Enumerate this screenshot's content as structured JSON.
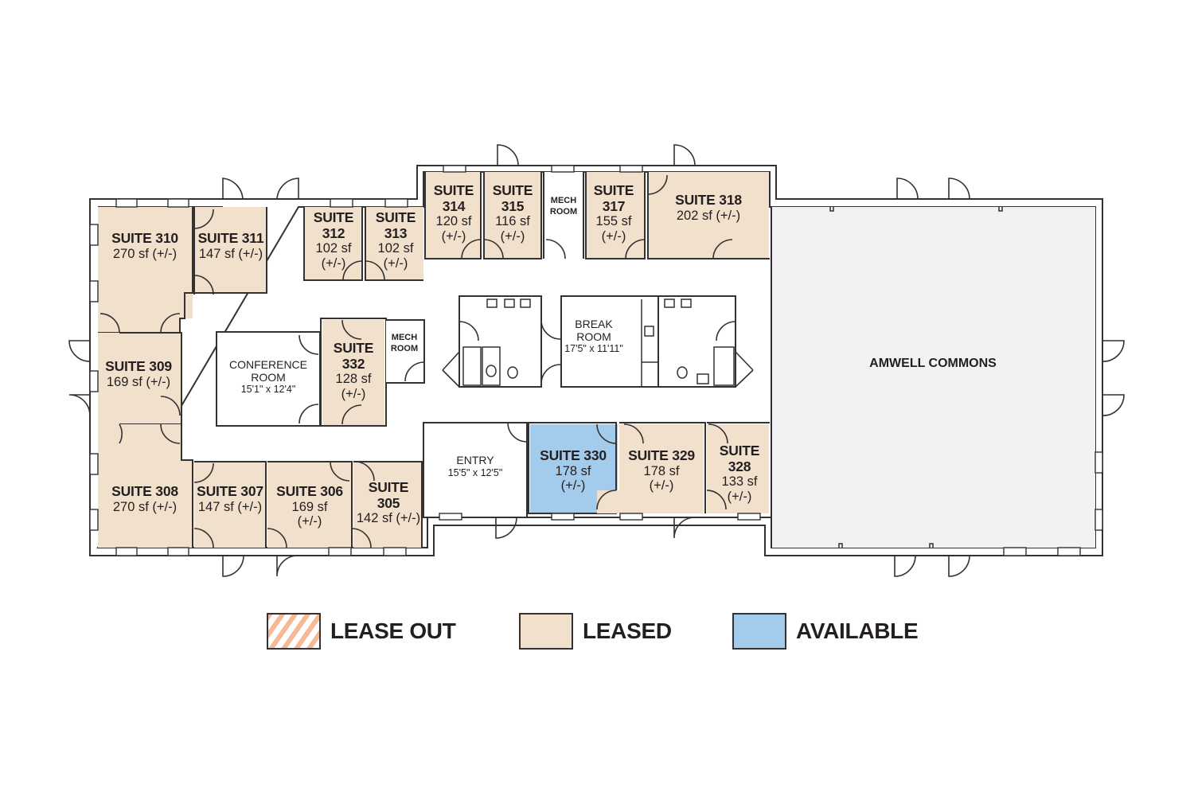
{
  "floor_plan": {
    "rooms": {
      "suite_310": {
        "name": "SUITE 310",
        "area": "270 sf (+/-)",
        "status": "leased"
      },
      "suite_311": {
        "name": "SUITE 311",
        "area": "147 sf (+/-)",
        "status": "leased"
      },
      "suite_312": {
        "name_l1": "SUITE",
        "name_l2": "312",
        "area_l1": "102 sf",
        "area_l2": "(+/-)",
        "status": "leased"
      },
      "suite_313": {
        "name_l1": "SUITE",
        "name_l2": "313",
        "area_l1": "102 sf",
        "area_l2": "(+/-)",
        "status": "leased"
      },
      "suite_314": {
        "name_l1": "SUITE",
        "name_l2": "314",
        "area_l1": "120 sf",
        "area_l2": "(+/-)",
        "status": "leased"
      },
      "suite_315": {
        "name_l1": "SUITE",
        "name_l2": "315",
        "area_l1": "116 sf",
        "area_l2": "(+/-)",
        "status": "leased"
      },
      "mech_room_top": {
        "l1": "MECH",
        "l2": "ROOM"
      },
      "suite_317": {
        "name_l1": "SUITE",
        "name_l2": "317",
        "area_l1": "155 sf",
        "area_l2": "(+/-)",
        "status": "leased"
      },
      "suite_318": {
        "name": "SUITE 318",
        "area": "202 sf (+/-)",
        "status": "leased"
      },
      "suite_309": {
        "name": "SUITE 309",
        "area": "169 sf (+/-)",
        "status": "leased"
      },
      "conference_room": {
        "l1": "CONFERENCE",
        "l2": "ROOM",
        "dims": "15'1\" x 12'4\""
      },
      "suite_332": {
        "name_l1": "SUITE",
        "name_l2": "332",
        "area_l1": "128 sf",
        "area_l2": "(+/-)",
        "status": "leased"
      },
      "mech_room_mid": {
        "l1": "MECH",
        "l2": "ROOM"
      },
      "break_room": {
        "l1": "BREAK",
        "l2": "ROOM",
        "dims": "17'5\" x 11'11\""
      },
      "suite_308": {
        "name": "SUITE 308",
        "area": "270 sf (+/-)",
        "status": "leased"
      },
      "suite_307": {
        "name": "SUITE 307",
        "area": "147 sf (+/-)",
        "status": "leased"
      },
      "suite_306": {
        "name": "SUITE 306",
        "area_l1": "169 sf",
        "area_l2": "(+/-)",
        "status": "leased"
      },
      "suite_305": {
        "name_l1": "SUITE",
        "name_l2": "305",
        "area": "142 sf (+/-)",
        "status": "leased"
      },
      "entry": {
        "l1": "ENTRY",
        "dims": "15'5\" x 12'5\""
      },
      "suite_330": {
        "name": "SUITE 330",
        "area_l1": "178 sf",
        "area_l2": "(+/-)",
        "status": "available"
      },
      "suite_329": {
        "name": "SUITE 329",
        "area_l1": "178 sf",
        "area_l2": "(+/-)",
        "status": "leased"
      },
      "suite_328": {
        "name_l1": "SUITE",
        "name_l2": "328",
        "area_l1": "133 sf",
        "area_l2": "(+/-)",
        "status": "leased"
      },
      "amwell_commons": {
        "name": "AMWELL COMMONS"
      }
    }
  },
  "legend": {
    "items": [
      {
        "label": "LEASE OUT",
        "swatch": "hatched",
        "color": "#f7b896"
      },
      {
        "label": "LEASED",
        "swatch": "solid",
        "color": "#f0e0cc"
      },
      {
        "label": "AVAILABLE",
        "swatch": "solid",
        "color": "#a3cbec"
      }
    ]
  },
  "colors": {
    "leased": "#f0e0cc",
    "available": "#a3cbec",
    "lease_out_hatch": "#f7b896",
    "commons": "#f2f2f4",
    "wall": "#333132"
  }
}
